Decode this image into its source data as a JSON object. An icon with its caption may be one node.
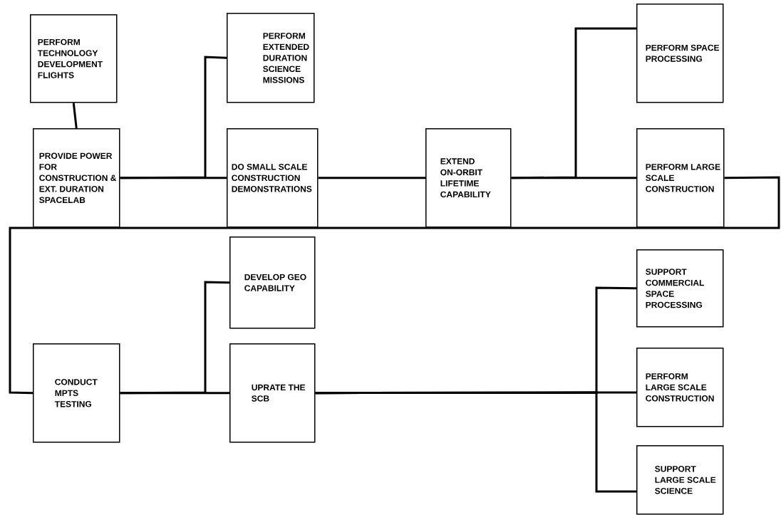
{
  "diagram": {
    "nodes": [
      {
        "text": [
          "PERFORM TECHNOLOGY DEVELOPMENT FLIGHTS"
        ]
      },
      {
        "text": [
          "PROVIDE POWER FOR CONSTRUCTION & EXT. DURATION SPACELAB"
        ]
      },
      {
        "text": [
          "PERFORM EXTENDED DURATION SCIENCE MISSIONS"
        ]
      },
      {
        "text": [
          "DO SMALL SCALE CONSTRUCTION DEMONSTRATIONS"
        ]
      },
      {
        "text": [
          "EXTEND ON-ORBIT LIFETIME CAPABILITY"
        ]
      },
      {
        "text": [
          "PERFORM SPACE PROCESSING"
        ]
      },
      {
        "text": [
          "PERFORM LARGE SCALE CONSTRUCTION"
        ]
      },
      {
        "text": [
          "CONDUCT MPTS TESTING"
        ]
      },
      {
        "text": [
          "DEVELOP GEO CAPABILITY"
        ]
      },
      {
        "text": [
          "UPRATE THE SCB"
        ]
      },
      {
        "text": [
          "SUPPORT COMMERCIAL SPACE PROCESSING"
        ]
      },
      {
        "text": [
          "PERFORM LARGE SCALE CONSTRUCTION"
        ]
      },
      {
        "text": [
          "SUPPORT LARGE SCALE SCIENCE"
        ]
      }
    ],
    "edges": [
      {
        "from": 0,
        "to": 1,
        "arrow": "none"
      },
      {
        "from": 1,
        "to": 2,
        "arrow": "none"
      },
      {
        "from": 1,
        "to": 3,
        "arrow": "none"
      },
      {
        "from": 3,
        "to": 4,
        "arrow": "none"
      },
      {
        "from": 4,
        "to": 5,
        "arrow": "none"
      },
      {
        "from": 4,
        "to": 6,
        "arrow": "none"
      },
      {
        "from": 6,
        "to": 7,
        "arrow": "none"
      },
      {
        "from": 7,
        "to": 8,
        "arrow": "none"
      },
      {
        "from": 7,
        "to": 9,
        "arrow": "none"
      },
      {
        "from": 9,
        "to": 10,
        "arrow": "none"
      },
      {
        "from": 9,
        "to": 11,
        "arrow": "none"
      },
      {
        "from": 9,
        "to": 12,
        "arrow": "none"
      }
    ]
  }
}
